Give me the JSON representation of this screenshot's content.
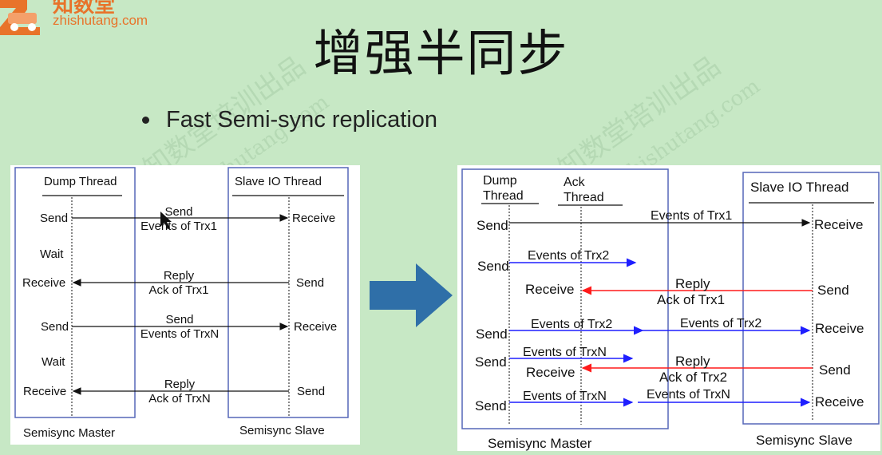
{
  "brand": {
    "name_cn": "知数堂",
    "url": "zhishutang.com"
  },
  "title": "增强半同步",
  "bullet": "Fast Semi-sync replication",
  "watermark": {
    "cn": "知数堂培训出品",
    "url": "zhishutang.com"
  },
  "colors": {
    "background": "#c7e8c5",
    "blue_arrow": "#2f6fa8",
    "events_blue": "#1f1fff",
    "ack_red": "#ff1a1a",
    "brand_orange": "#e8732a"
  },
  "left_diagram": {
    "master_thread": "Dump Thread",
    "slave_thread": "Slave IO Thread",
    "master_caption": "Semisync Master",
    "slave_caption": "Semisync Slave",
    "master_labels": [
      "Send",
      "Wait",
      "Receive",
      "Send",
      "Wait",
      "Receive"
    ],
    "slave_labels": [
      "Receive",
      "Send",
      "Receive",
      "Send"
    ],
    "messages": [
      {
        "line1": "Send",
        "line2": "Events of Trx1"
      },
      {
        "line1": "Reply",
        "line2": "Ack of Trx1"
      },
      {
        "line1": "Send",
        "line2": "Events of TrxN"
      },
      {
        "line1": "Reply",
        "line2": "Ack of TrxN"
      }
    ]
  },
  "right_diagram": {
    "dump_thread": [
      "Dump",
      "Thread"
    ],
    "ack_thread": [
      "Ack",
      "Thread"
    ],
    "slave_thread": "Slave IO Thread",
    "master_caption": "Semisync Master",
    "slave_caption": "Semisync Slave",
    "master_labels": [
      "Send",
      "Send",
      "Send",
      "Send",
      "Send"
    ],
    "ack_labels": [
      "Receive",
      "Receive"
    ],
    "slave_labels": [
      "Receive",
      "Send",
      "Receive",
      "Send",
      "Receive"
    ],
    "messages": {
      "events_trx1": "Events of Trx1",
      "events_trx2": "Events of Trx2",
      "reply_1": "Reply",
      "ack_trx1": "Ack of Trx1",
      "events_trx2_b": "Events of Trx2",
      "events_trx2_c": "Events of Trx2",
      "events_trxn": "Events of TrxN",
      "reply_2": "Reply",
      "ack_trx2": "Ack of Trx2",
      "events_trxn_b": "Events of TrxN",
      "events_trxn_c": "Events of TrxN"
    }
  }
}
